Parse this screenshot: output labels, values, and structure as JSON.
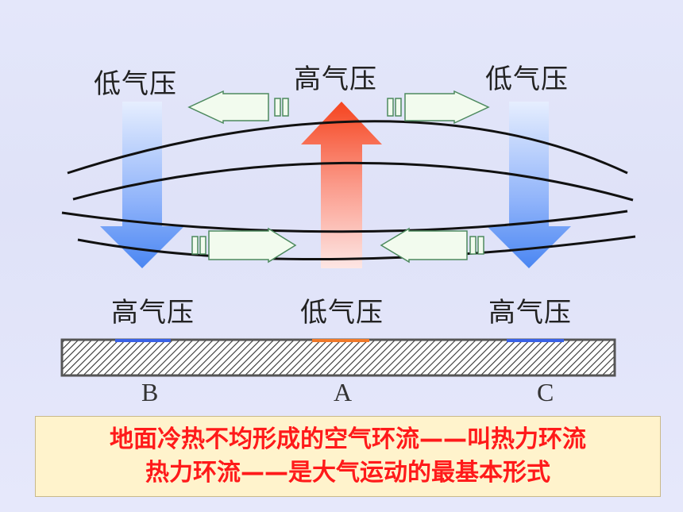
{
  "top_labels": {
    "left": "低气压",
    "center": "高气压",
    "right": "低气压"
  },
  "bottom_labels": {
    "left": "高气压",
    "center": "低气压",
    "right": "高气压"
  },
  "ground_points": {
    "left": "B",
    "center": "A",
    "right": "C"
  },
  "caption": {
    "line1": "地面冷热不均形成的空气环流——叫热力环流",
    "line2": "热力环流——是大气运动的最基本形式"
  },
  "colors": {
    "cold_marker": "#3a62e6",
    "warm_marker": "#f07a2a",
    "caption_text": "#ff1a1a",
    "caption_bg": "#fff3cc"
  }
}
